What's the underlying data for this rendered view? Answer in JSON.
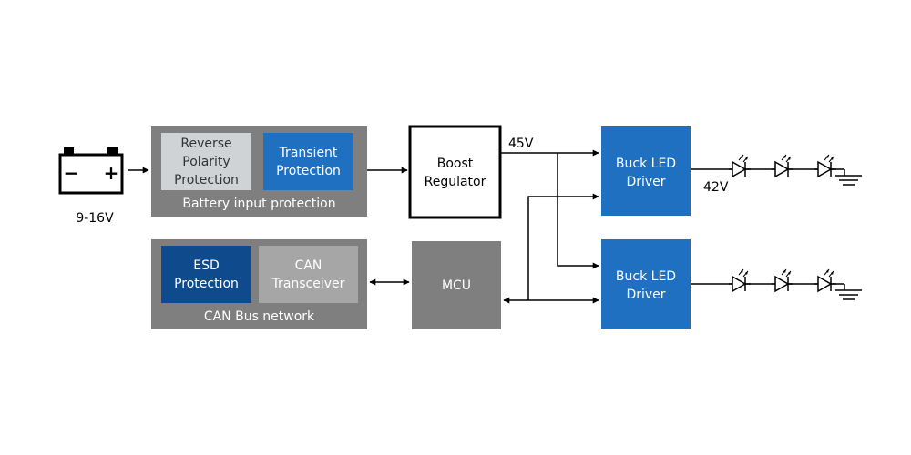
{
  "battery": {
    "voltage_label": "9-16V",
    "minus_symbol": "−",
    "plus_symbol": "+"
  },
  "battery_protection": {
    "group_label": "Battery input protection",
    "reverse_polarity": [
      "Reverse",
      "Polarity",
      "Protection"
    ],
    "transient": [
      "Transient",
      "Protection"
    ]
  },
  "boost_regulator": {
    "lines": [
      "Boost",
      "Regulator"
    ],
    "output_voltage": "45V"
  },
  "can_bus": {
    "group_label": "CAN Bus network",
    "esd": [
      "ESD",
      "Protection"
    ],
    "transceiver": [
      "CAN",
      "Transceiver"
    ]
  },
  "mcu": {
    "label": "MCU"
  },
  "buck_driver_1": {
    "lines": [
      "Buck LED",
      "Driver"
    ],
    "output_voltage": "42V"
  },
  "buck_driver_2": {
    "lines": [
      "Buck LED",
      "Driver"
    ]
  },
  "colors": {
    "group_gray": "#7f7f7f",
    "light_gray": "#d0d3d6",
    "mid_gray": "#a6a6a6",
    "blue": "#1f70c1",
    "dark_blue": "#0f4a8c"
  }
}
